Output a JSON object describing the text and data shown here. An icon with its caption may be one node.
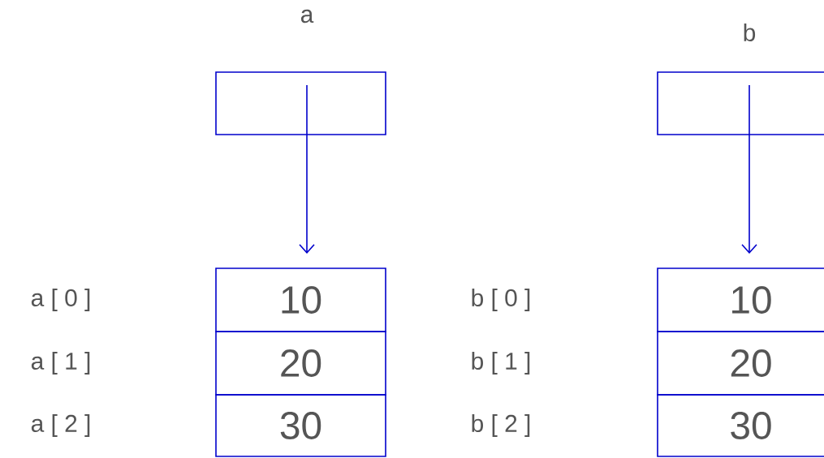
{
  "diagram": {
    "nodes": [
      {
        "text": [
          "a"
        ]
      },
      {
        "text": [
          "10"
        ]
      },
      {
        "text": [
          "20"
        ]
      },
      {
        "text": [
          "30"
        ]
      },
      {
        "text": [
          "b"
        ]
      },
      {
        "text": [
          "10"
        ]
      },
      {
        "text": [
          "20"
        ]
      },
      {
        "text": [
          "30"
        ]
      }
    ],
    "edges": [
      {
        "from": 0,
        "to": 1,
        "arrow": "to"
      },
      {
        "from": 4,
        "to": 5,
        "arrow": "to"
      }
    ],
    "labels": [
      "a [ 0 ]",
      "b [ 0 ]",
      "a [ 1 ]",
      "b [ 1 ]",
      "a [ 2 ]",
      "b [ 2 ]"
    ]
  }
}
